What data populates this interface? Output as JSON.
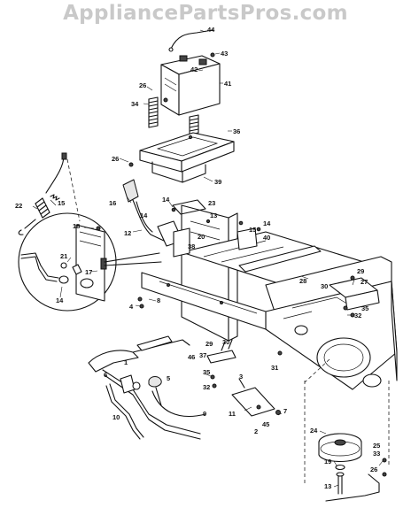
{
  "watermark": "AppliancePartsPros.com",
  "callouts": [
    "1",
    "2",
    "3",
    "4",
    "5",
    "6",
    "7",
    "8",
    "9",
    "10",
    "11",
    "12",
    "13",
    "14",
    "15",
    "16",
    "17",
    "18",
    "19",
    "20",
    "21",
    "22",
    "23",
    "24",
    "25",
    "26",
    "27",
    "28",
    "29",
    "30",
    "31",
    "32",
    "33",
    "34",
    "35",
    "36",
    "37",
    "38",
    "39",
    "40",
    "41",
    "42",
    "43",
    "44",
    "45",
    "46"
  ],
  "icons": {
    "bolt": "hex-bolt-icon",
    "spring": "coil-spring-icon",
    "battery": "battery-icon",
    "pulley": "pulley-icon"
  }
}
